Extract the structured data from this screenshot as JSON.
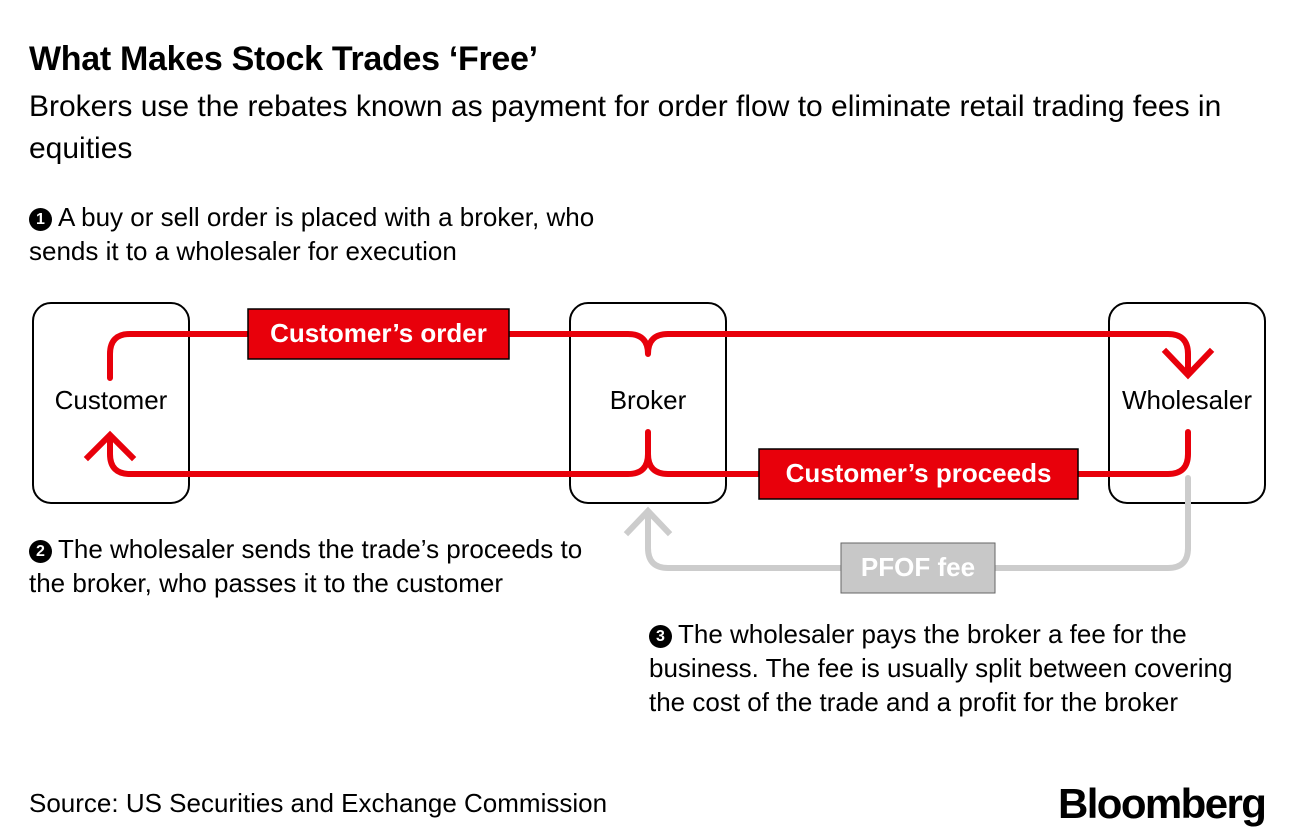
{
  "title": "What Makes Stock Trades ‘Free’",
  "subtitle": "Brokers use the rebates known as payment for order flow to eliminate retail trading fees in equities",
  "nodes": {
    "customer": "Customer",
    "broker": "Broker",
    "wholesaler": "Wholesaler"
  },
  "flows": {
    "order": "Customer’s order",
    "proceeds": "Customer’s proceeds",
    "pfof": "PFOF fee"
  },
  "steps": [
    {
      "num": "1",
      "text": "A buy or sell order is placed with a broker, who sends it to a wholesaler for execution"
    },
    {
      "num": "2",
      "text": "The wholesaler sends the trade’s proceeds to the broker, who passes it to the customer"
    },
    {
      "num": "3",
      "text": "The wholesaler pays the broker a fee for the business. The fee is usually split between covering the cost of the trade and a profit for the broker"
    }
  ],
  "source": "Source: US Securities and Exchange Commission",
  "logo": "Bloomberg",
  "colors": {
    "flow_red": "#e8000b",
    "fee_gray": "#cccccc",
    "fee_label_bg": "#c8c8c8"
  }
}
